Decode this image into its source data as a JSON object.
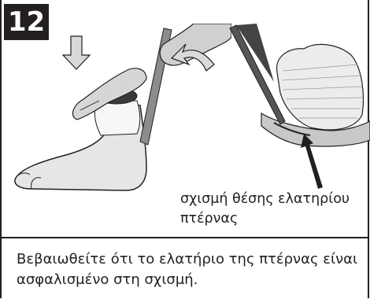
{
  "step": {
    "number": "12"
  },
  "illustration": {
    "left_scene": "hand pressing foot shell while lever tool inserts heel spring",
    "right_scene": "close-up of heel spring seated in groove",
    "icons": [
      "down-arrow-icon",
      "curved-arrow-icon",
      "pointer-arrow-icon"
    ]
  },
  "caption": {
    "line1": "σχισμή θέσης ελατηρίου",
    "line2": "πτέρνας"
  },
  "instruction": {
    "line1": "Βεβαιωθείτε ότι το ελατήριο της πτέρνας είναι",
    "line2": "ασφαλισμένο στη σχισμή."
  },
  "colors": {
    "ink": "#231f20",
    "badge_text": "#ffffff",
    "arrow_fill": "#d9d9d9"
  }
}
